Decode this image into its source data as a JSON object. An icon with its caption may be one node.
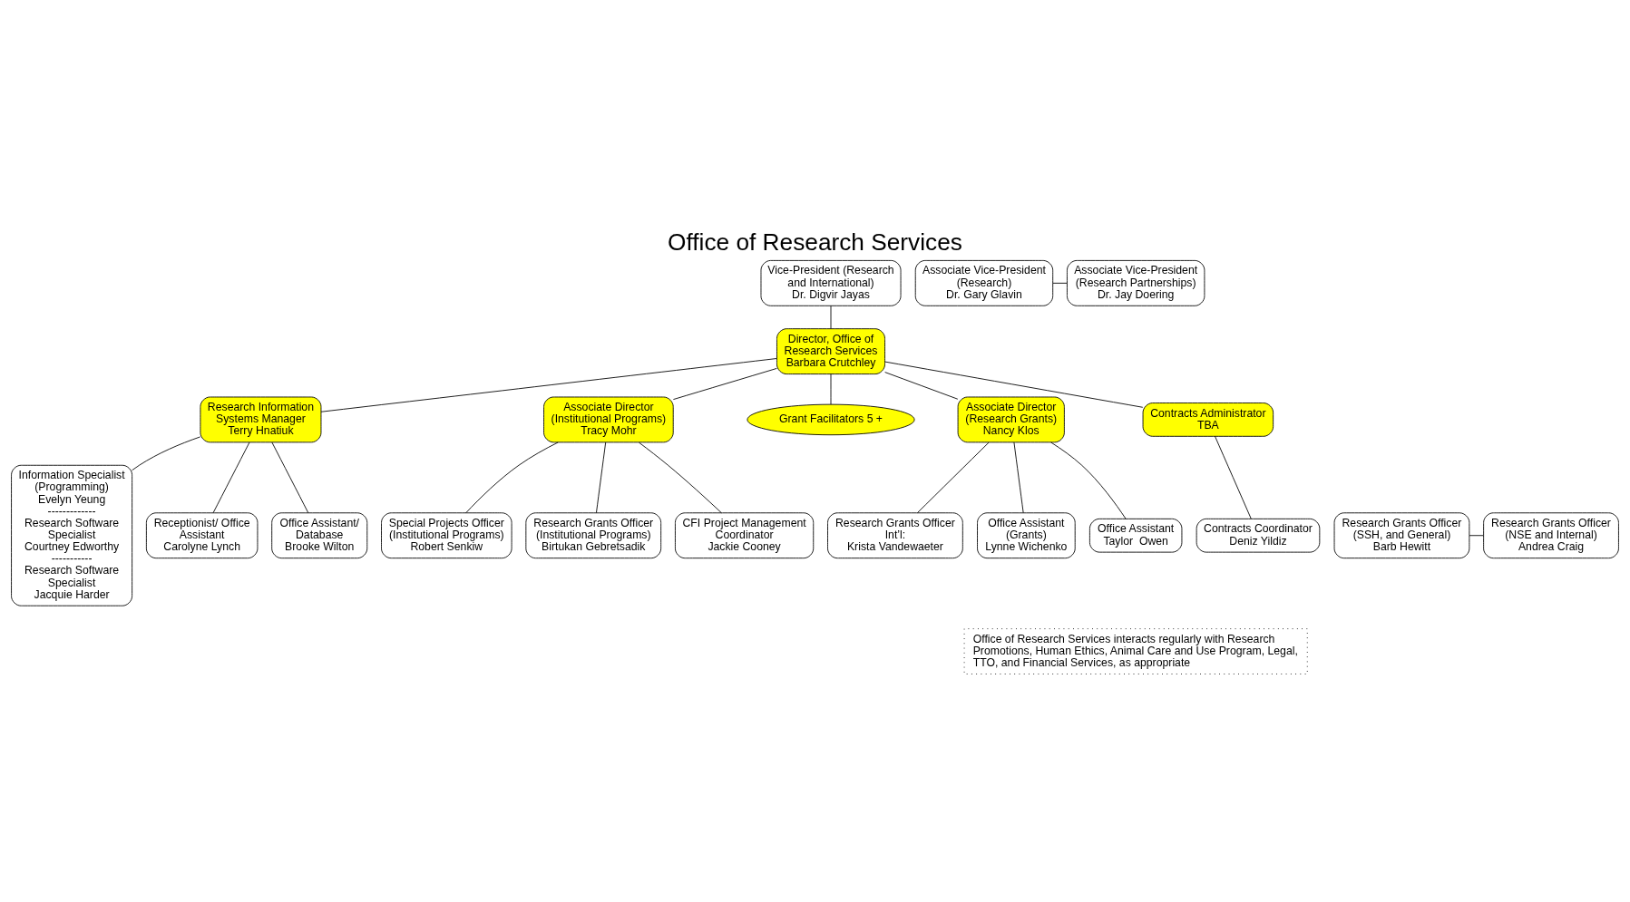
{
  "diagram": {
    "title": "Office of Research Services",
    "nodes": [
      {
        "text": [
          "Vice-President (Research and International)",
          "Dr. Digvir Jayas"
        ]
      },
      {
        "text": [
          "Associate Vice-President (Research)",
          "Dr. Gary Glavin"
        ]
      },
      {
        "text": [
          "Associate Vice-President (Research Partnerships)",
          "Dr. Jay Doering"
        ]
      },
      {
        "text": [
          "Director, Office of Research Services",
          "Barbara Crutchley"
        ]
      },
      {
        "text": [
          "Research Information Systems Manager",
          "Terry Hnatiuk"
        ]
      },
      {
        "text": [
          "Associate Director (Institutional Programs)",
          "Tracy Mohr"
        ]
      },
      {
        "text": [
          "Grant Facilitators 5 +"
        ]
      },
      {
        "text": [
          "Associate Director (Research Grants)",
          "Nancy Klos"
        ]
      },
      {
        "text": [
          "Contracts Administrator",
          "TBA"
        ]
      },
      {
        "text": [
          "Information Specialist (Programming)",
          "Evelyn Yeung",
          "-------------",
          "Research Software Specialist",
          "Courtney Edworthy",
          "-----------",
          "Research Software Specialist",
          "Jacquie Harder"
        ]
      },
      {
        "text": [
          "Special Projects Officer (Institutional Programs)",
          "Robert Senkiw"
        ]
      },
      {
        "text": [
          "Research Grants Officer (Institutional Programs)",
          "Birtukan Gebretsadik"
        ]
      },
      {
        "text": [
          "CFI Project Management Coordinator",
          "Jackie Cooney"
        ]
      },
      {
        "text": [
          "Research Grants Officer Int’l:",
          "Krista Vandewaeter"
        ]
      },
      {
        "text": [
          "Research Grants Officer (SSH, and General)",
          "Barb Hewitt"
        ]
      },
      {
        "text": [
          "Research Grants Officer (NSE and Internal)",
          "Andrea Craig"
        ]
      },
      {
        "text": [
          "Contracts Coordinator",
          "Deniz Yildiz"
        ]
      },
      {
        "text": [
          "Receptionist/ Office Assistant",
          "Carolyne Lynch"
        ]
      },
      {
        "text": [
          "Office Assistant/ Database",
          "Brooke Wilton"
        ]
      },
      {
        "text": [
          "Office Assistant (Grants)",
          "Lynne Wichenko"
        ]
      },
      {
        "text": [
          "Office Assistant",
          "Taylor  Owen"
        ]
      },
      {
        "text": [
          "Office of Research Services interacts regularly with Research Promotions, Human Ethics, Animal Care and Use Program, Legal, TTO, and Financial Services, as appropriate"
        ]
      }
    ],
    "edges": [
      {
        "from": 0,
        "to": 3,
        "arrow": "none"
      },
      {
        "from": 1,
        "to": 2,
        "arrow": "none"
      },
      {
        "from": 3,
        "to": 4,
        "arrow": "none"
      },
      {
        "from": 3,
        "to": 5,
        "arrow": "none"
      },
      {
        "from": 3,
        "to": 6,
        "arrow": "none"
      },
      {
        "from": 3,
        "to": 7,
        "arrow": "none"
      },
      {
        "from": 3,
        "to": 8,
        "arrow": "none"
      },
      {
        "from": 4,
        "to": 9,
        "arrow": "none"
      },
      {
        "from": 4,
        "to": 17,
        "arrow": "none"
      },
      {
        "from": 4,
        "to": 18,
        "arrow": "none"
      },
      {
        "from": 5,
        "to": 10,
        "arrow": "none"
      },
      {
        "from": 5,
        "to": 11,
        "arrow": "none"
      },
      {
        "from": 5,
        "to": 12,
        "arrow": "none"
      },
      {
        "from": 7,
        "to": 13,
        "arrow": "none"
      },
      {
        "from": 14,
        "to": 15,
        "arrow": "none"
      },
      {
        "from": 7,
        "to": 19,
        "arrow": "none"
      },
      {
        "from": 7,
        "to": 20,
        "arrow": "none"
      },
      {
        "from": 8,
        "to": 16,
        "arrow": "none"
      }
    ]
  }
}
